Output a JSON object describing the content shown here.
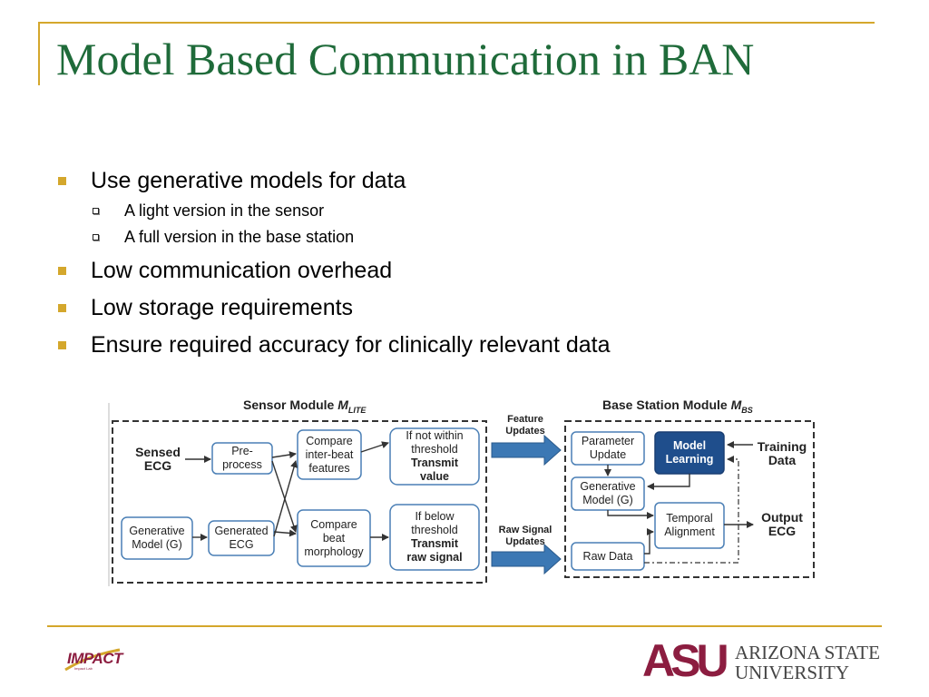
{
  "slide": {
    "title": "Model Based Communication in BAN"
  },
  "bullets": [
    {
      "text": "Use generative models for data",
      "subs": [
        "A light version in the sensor",
        "A full version in the base station"
      ]
    },
    {
      "text": "Low communication overhead"
    },
    {
      "text": "Low storage requirements"
    },
    {
      "text": "Ensure required accuracy for clinically relevant data"
    }
  ],
  "diagram": {
    "sensor_module": {
      "title": "Sensor Module ",
      "symbol": "M",
      "subscript": "LITE"
    },
    "base_station_module": {
      "title": "Base Station Module ",
      "symbol": "M",
      "subscript": "BS"
    },
    "sensed_ecg": [
      "Sensed",
      "ECG"
    ],
    "preprocess": [
      "Pre-",
      "process"
    ],
    "compare_interbeat": [
      "Compare",
      "inter-beat",
      "features"
    ],
    "not_within": [
      "If not within",
      "threshold",
      "Transmit",
      "value"
    ],
    "gen_model_sensor": [
      "Generative",
      "Model (G)"
    ],
    "generated_ecg": [
      "Generated",
      "ECG"
    ],
    "compare_morph": [
      "Compare",
      "beat",
      "morphology"
    ],
    "below_threshold": [
      "If below",
      "threshold",
      "Transmit",
      "raw signal"
    ],
    "feature_updates": [
      "Feature",
      "Updates"
    ],
    "raw_signal_updates": [
      "Raw Signal",
      "Updates"
    ],
    "parameter_update": [
      "Parameter",
      "Update"
    ],
    "model_learning": [
      "Model",
      "Learning"
    ],
    "training_data": [
      "Training",
      "Data"
    ],
    "gen_model_bs": [
      "Generative",
      "Model (G)"
    ],
    "temporal_alignment": [
      "Temporal",
      "Alignment"
    ],
    "output_ecg": [
      "Output",
      "ECG"
    ],
    "raw_data": "Raw Data"
  },
  "logos": {
    "impact": "IMPACT",
    "impact_tag": "Impact Lab",
    "asu_letters": "ASU",
    "asu_line1": "ARIZONA STATE",
    "asu_line2": "UNIVERSITY"
  },
  "colors": {
    "accent_gold": "#d4a72c",
    "title_green": "#1f6b3a",
    "asu_maroon": "#8c1d40",
    "model_learning_fill": "#1f4e8c",
    "arrow_blue": "#3c78b4"
  }
}
